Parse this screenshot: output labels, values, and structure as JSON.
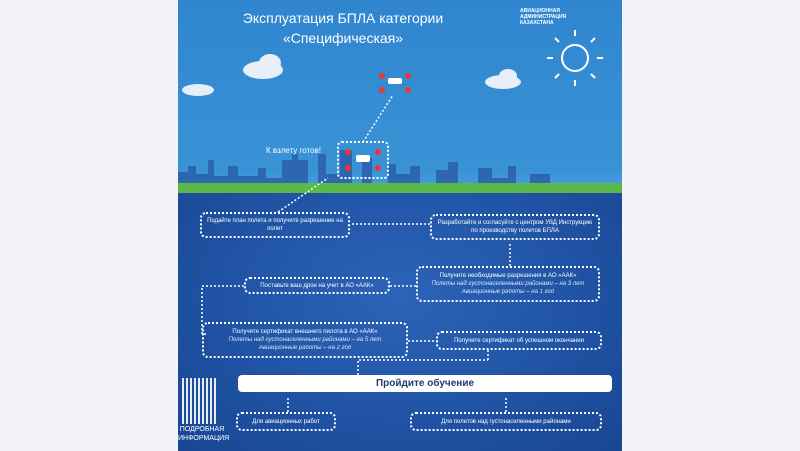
{
  "title": "Эксплуатация БПЛА категории «Специфическая»",
  "logo": {
    "line1": "АВИАЦИОННАЯ",
    "line2": "АДМИНИСТРАЦИЯ",
    "line3": "КАЗАХСТАНА"
  },
  "ready_label": "К взлету готов!",
  "steps": {
    "flight_plan": "Подайте план полета и получите разрешение на полет",
    "scenario": "Разработайте и согласуйте с центром УВД Инструкцию по производству полетов БПЛА",
    "register": "Поставьте ваш дрон на учет в АО «ААК»",
    "permits_title": "Получите необходимые разрешения в АО «ААК»",
    "permits_note1": "Полеты над густонаселенными районами – на 3 лет",
    "permits_note2": "Авиационные работы – на 1 год",
    "pilot_title": "Получите сертификат внешнего пилота в АО «ААК»",
    "pilot_note1": "Полеты над густонаселенными районами – на 5 лет",
    "pilot_note2": "Авиационные работы – на 2 год",
    "cert": "Получите сертификат об успешном окончании",
    "training": "Пройдите обучение",
    "aviation_work": "Для авиационных работ",
    "populated": "Для полетов над густонаселенными районами"
  },
  "qr_label": "ПОДРОБНАЯ ИНФОРМАЦИЯ"
}
